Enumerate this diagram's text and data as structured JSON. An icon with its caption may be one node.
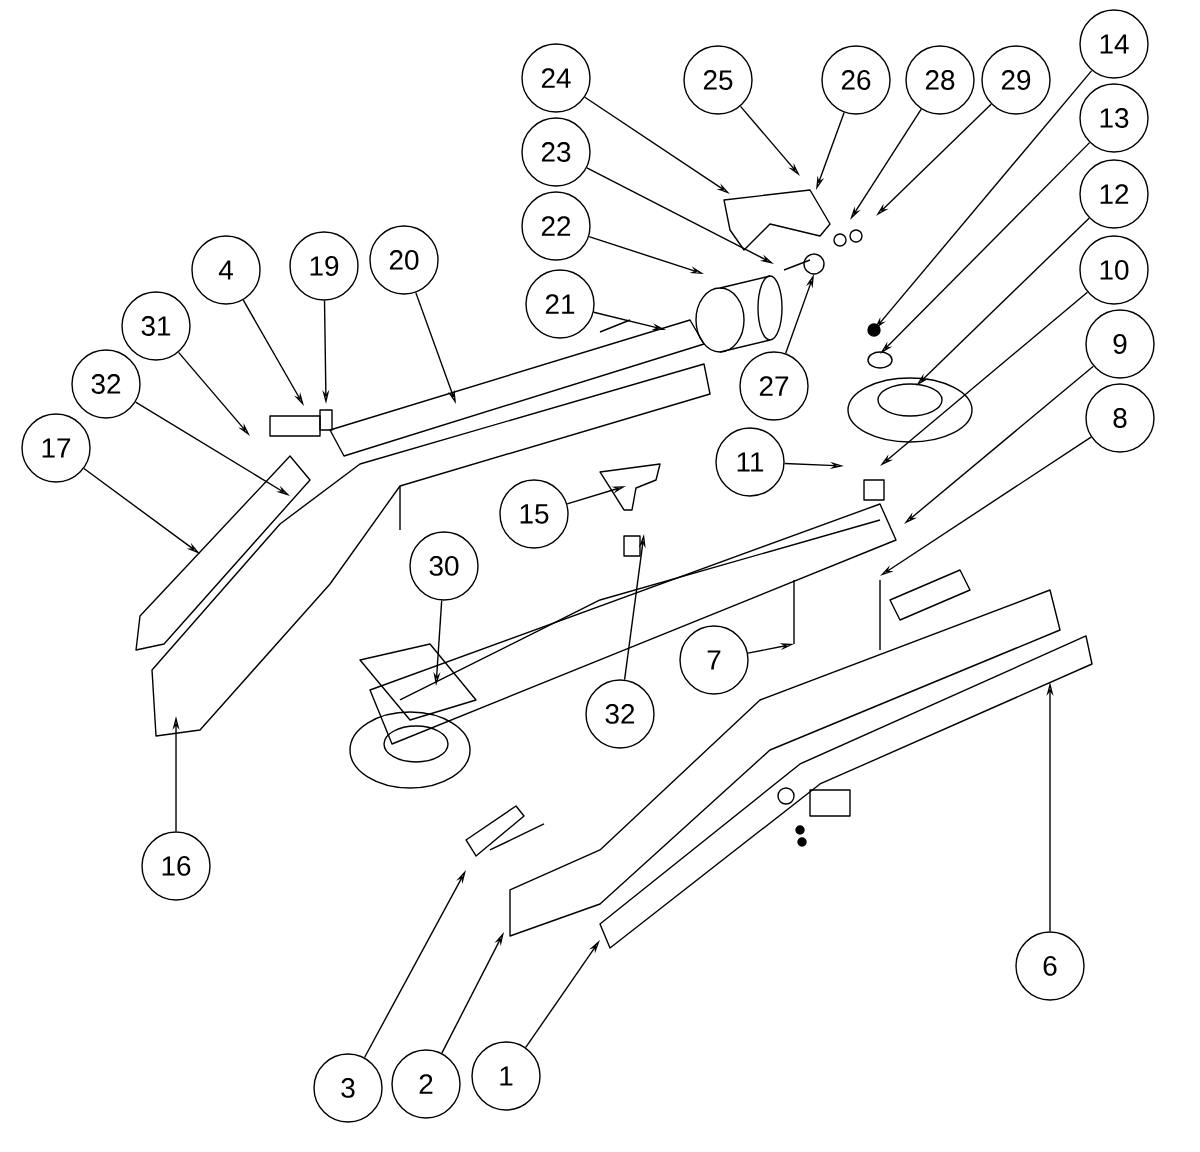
{
  "diagram": {
    "nodes": [
      {
        "text": [
          "14"
        ]
      },
      {
        "text": [
          "24"
        ]
      },
      {
        "text": [
          "25"
        ]
      },
      {
        "text": [
          "26"
        ]
      },
      {
        "text": [
          "28"
        ]
      },
      {
        "text": [
          "29"
        ]
      },
      {
        "text": [
          "13"
        ]
      },
      {
        "text": [
          "23"
        ]
      },
      {
        "text": [
          "12"
        ]
      },
      {
        "text": [
          "22"
        ]
      },
      {
        "text": [
          "20"
        ]
      },
      {
        "text": [
          "19"
        ]
      },
      {
        "text": [
          "4"
        ]
      },
      {
        "text": [
          "10"
        ]
      },
      {
        "text": [
          "21"
        ]
      },
      {
        "text": [
          "31"
        ]
      },
      {
        "text": [
          "9"
        ]
      },
      {
        "text": [
          "32"
        ]
      },
      {
        "text": [
          "27"
        ]
      },
      {
        "text": [
          "8"
        ]
      },
      {
        "text": [
          "17"
        ]
      },
      {
        "text": [
          "11"
        ]
      },
      {
        "text": [
          "15"
        ]
      },
      {
        "text": [
          "30"
        ]
      },
      {
        "text": [
          "7"
        ]
      },
      {
        "text": [
          "32"
        ]
      },
      {
        "text": [
          "16"
        ]
      },
      {
        "text": [
          "6"
        ]
      },
      {
        "text": [
          "1"
        ]
      },
      {
        "text": [
          "2"
        ]
      },
      {
        "text": [
          "3"
        ]
      }
    ],
    "edges": [
      {
        "from": 0,
        "to": null,
        "arrow": "to"
      },
      {
        "from": 1,
        "to": null,
        "arrow": "to"
      },
      {
        "from": 2,
        "to": null,
        "arrow": "to"
      },
      {
        "from": 3,
        "to": null,
        "arrow": "to"
      },
      {
        "from": 4,
        "to": null,
        "arrow": "to"
      },
      {
        "from": 5,
        "to": null,
        "arrow": "to"
      },
      {
        "from": 6,
        "to": null,
        "arrow": "to"
      },
      {
        "from": 7,
        "to": null,
        "arrow": "to"
      },
      {
        "from": 8,
        "to": null,
        "arrow": "to"
      },
      {
        "from": 9,
        "to": null,
        "arrow": "to"
      },
      {
        "from": 10,
        "to": null,
        "arrow": "to"
      },
      {
        "from": 11,
        "to": null,
        "arrow": "to"
      },
      {
        "from": 12,
        "to": null,
        "arrow": "to"
      },
      {
        "from": 13,
        "to": null,
        "arrow": "to"
      },
      {
        "from": 14,
        "to": null,
        "arrow": "to"
      },
      {
        "from": 15,
        "to": null,
        "arrow": "to"
      },
      {
        "from": 16,
        "to": null,
        "arrow": "to"
      },
      {
        "from": 17,
        "to": null,
        "arrow": "to"
      },
      {
        "from": 18,
        "to": null,
        "arrow": "to"
      },
      {
        "from": 19,
        "to": null,
        "arrow": "to"
      },
      {
        "from": 20,
        "to": null,
        "arrow": "to"
      },
      {
        "from": 21,
        "to": null,
        "arrow": "to"
      },
      {
        "from": 22,
        "to": null,
        "arrow": "to"
      },
      {
        "from": 23,
        "to": null,
        "arrow": "to"
      },
      {
        "from": 24,
        "to": null,
        "arrow": "to"
      },
      {
        "from": 25,
        "to": null,
        "arrow": "to"
      },
      {
        "from": 26,
        "to": null,
        "arrow": "to"
      },
      {
        "from": 27,
        "to": null,
        "arrow": "to"
      },
      {
        "from": 28,
        "to": null,
        "arrow": "to"
      },
      {
        "from": 29,
        "to": null,
        "arrow": "to"
      },
      {
        "from": 30,
        "to": null,
        "arrow": "to"
      }
    ]
  }
}
